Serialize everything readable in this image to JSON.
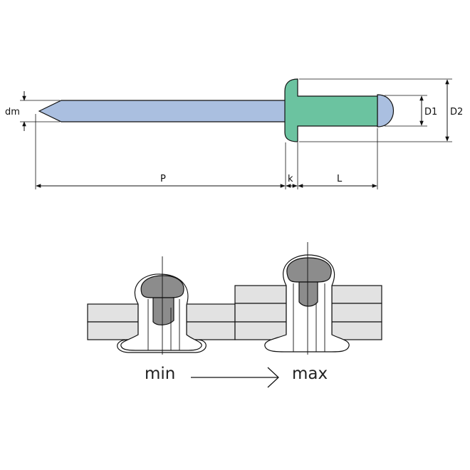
{
  "dimensions": {
    "dm": "dm",
    "D1": "D1",
    "D2": "D2",
    "P": "P",
    "k": "k",
    "L": "L"
  },
  "states": {
    "min": "min",
    "max": "max"
  },
  "colors": {
    "mandrel": "#aabfe0",
    "rivet_body": "#6bc3a0",
    "section_head": "#8c8c8c",
    "plate": "#e2e2e2",
    "outline": "#111111"
  }
}
